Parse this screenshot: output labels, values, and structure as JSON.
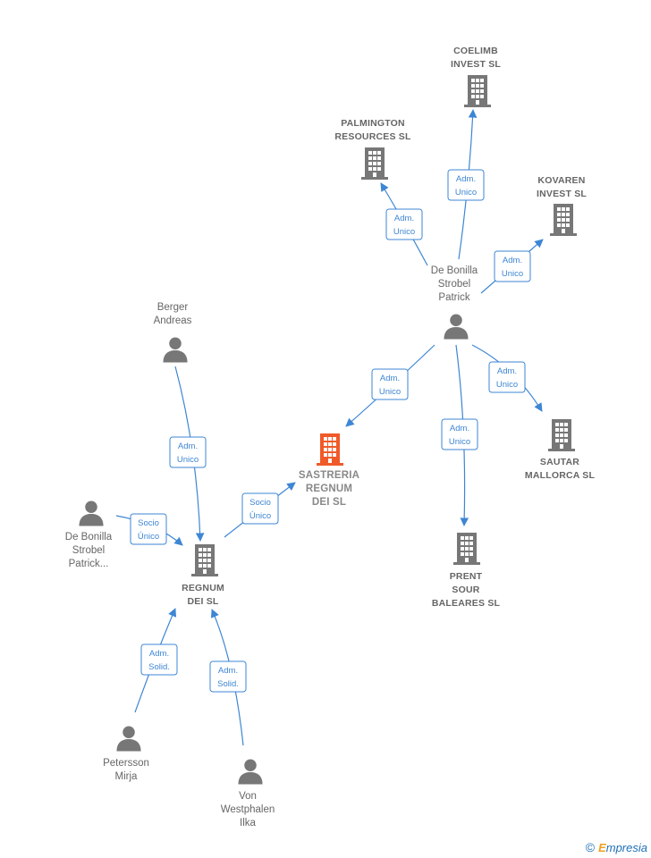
{
  "colors": {
    "edge": "#3d86d4",
    "icon_gray": "#777777",
    "icon_main": "#f05a28",
    "label_gray": "#666666",
    "brand_blue": "#1f6fb5",
    "brand_orange": "#f0a020"
  },
  "nodes": [
    {
      "id": "coelimb",
      "type": "company",
      "lines": [
        "COELIMB",
        "INVEST SL"
      ]
    },
    {
      "id": "palmington",
      "type": "company",
      "lines": [
        "PALMINGTON",
        "RESOURCES SL"
      ]
    },
    {
      "id": "kovaren",
      "type": "company",
      "lines": [
        "KOVAREN",
        "INVEST SL"
      ]
    },
    {
      "id": "debonilla1",
      "type": "person",
      "lines": [
        "De Bonilla",
        "Strobel",
        "Patrick"
      ]
    },
    {
      "id": "sautar",
      "type": "company",
      "lines": [
        "SAUTAR",
        "MALLORCA SL"
      ]
    },
    {
      "id": "prent",
      "type": "company",
      "lines": [
        "PRENT",
        "SOUR",
        "BALEARES SL"
      ]
    },
    {
      "id": "sastreria",
      "type": "company-main",
      "lines": [
        "SASTRERIA",
        "REGNUM",
        "DEI  SL"
      ]
    },
    {
      "id": "berger",
      "type": "person",
      "lines": [
        "Berger",
        "Andreas"
      ]
    },
    {
      "id": "debonilla2",
      "type": "person",
      "lines": [
        "De Bonilla",
        "Strobel",
        "Patrick..."
      ]
    },
    {
      "id": "regnum",
      "type": "company",
      "lines": [
        "REGNUM",
        "DEI  SL"
      ]
    },
    {
      "id": "petersson",
      "type": "person",
      "lines": [
        "Petersson",
        "Mirja"
      ]
    },
    {
      "id": "vonwestphalen",
      "type": "person",
      "lines": [
        "Von",
        "Westphalen",
        "Ilka"
      ]
    }
  ],
  "edges": [
    {
      "from": "debonilla1",
      "to": "coelimb",
      "lines": [
        "Adm.",
        "Unico"
      ]
    },
    {
      "from": "debonilla1",
      "to": "palmington",
      "lines": [
        "Adm.",
        "Unico"
      ]
    },
    {
      "from": "debonilla1",
      "to": "kovaren",
      "lines": [
        "Adm.",
        "Unico"
      ]
    },
    {
      "from": "debonilla1",
      "to": "sastreria",
      "lines": [
        "Adm.",
        "Unico"
      ]
    },
    {
      "from": "debonilla1",
      "to": "sautar",
      "lines": [
        "Adm.",
        "Unico"
      ]
    },
    {
      "from": "debonilla1",
      "to": "prent",
      "lines": [
        "Adm.",
        "Unico"
      ]
    },
    {
      "from": "berger",
      "to": "regnum",
      "lines": [
        "Adm.",
        "Unico"
      ]
    },
    {
      "from": "debonilla2",
      "to": "regnum",
      "lines": [
        "Socio",
        "Único"
      ]
    },
    {
      "from": "regnum",
      "to": "sastreria",
      "lines": [
        "Socio",
        "Único"
      ]
    },
    {
      "from": "petersson",
      "to": "regnum",
      "lines": [
        "Adm.",
        "Solid."
      ]
    },
    {
      "from": "vonwestphalen",
      "to": "regnum",
      "lines": [
        "Adm.",
        "Solid."
      ]
    }
  ],
  "brand": {
    "copyright": "©",
    "initial": "E",
    "rest": "mpresia"
  }
}
